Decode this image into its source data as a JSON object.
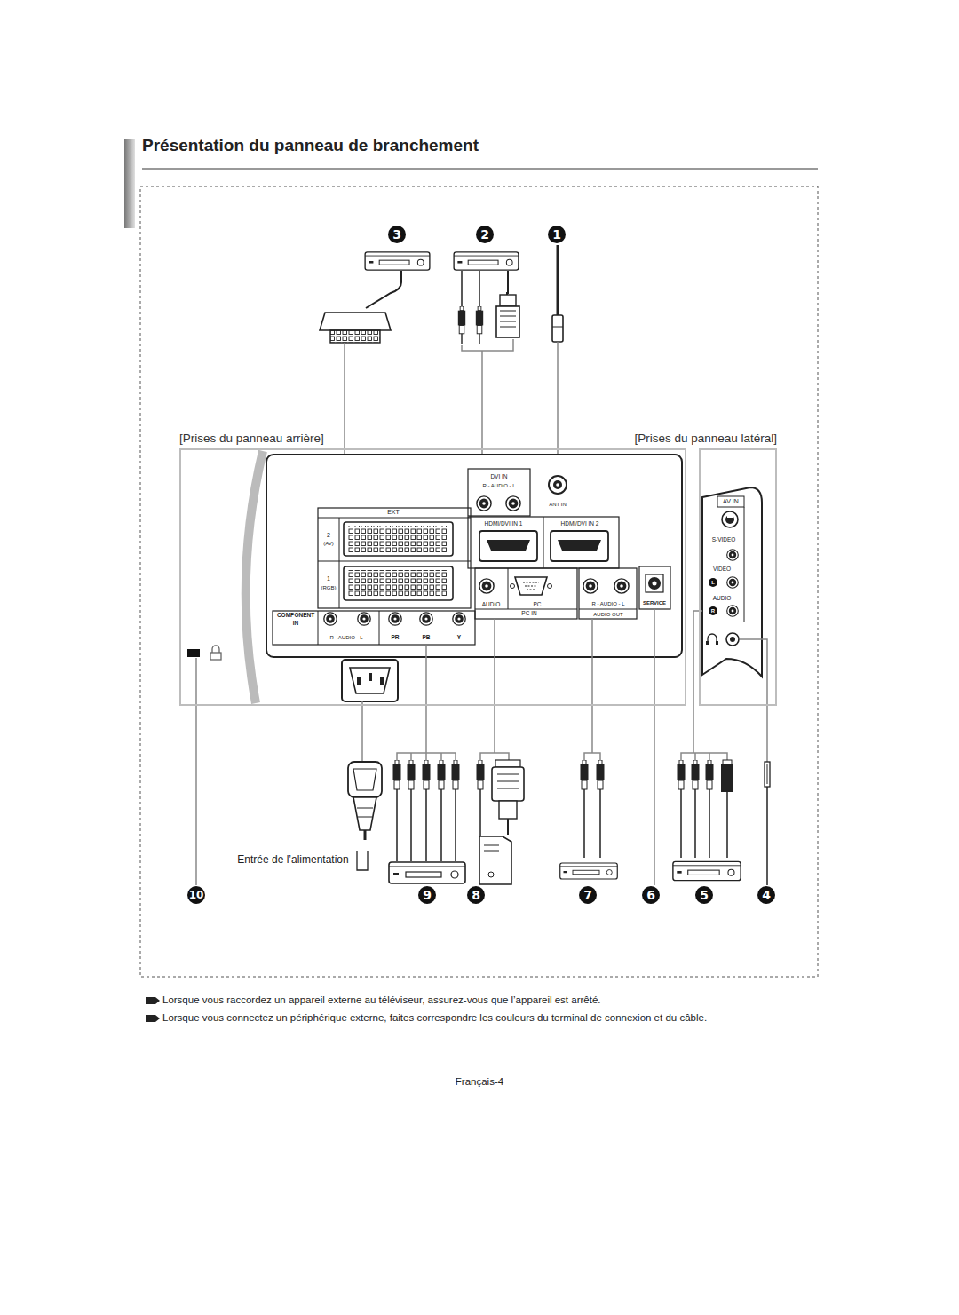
{
  "diagram": {
    "title": "Présentation du panneau de branchement",
    "nodes": [
      {
        "text": [
          "[Prises du panneau arrière]"
        ]
      },
      {
        "text": [
          "[Prises du panneau latéral]"
        ]
      }
    ],
    "labels": [
      "3",
      "2",
      "1",
      "EXT",
      "2",
      "(AV)",
      "1",
      "(RGB)",
      "COMPONENT",
      "IN",
      "R - AUDIO - L",
      "PR",
      "PB",
      "Y",
      "DVI IN",
      "R - AUDIO - L",
      "ANT IN",
      "HDMI/DVI IN 1",
      "HDMI/DVI IN 2",
      "AUDIO",
      "PC",
      "PC IN",
      "R - AUDIO - L",
      "AUDIO OUT",
      "SERVICE",
      "AV IN",
      "S-VIDEO",
      "VIDEO",
      "L",
      "AUDIO",
      "R",
      "Entrée de l’alimentation",
      "10",
      "9",
      "8",
      "7",
      "6",
      "5",
      "4",
      "Lorsque vous raccordez un appareil externe au téléviseur, assurez-vous que l’appareil est arrêté.",
      "Lorsque vous connectez un périphérique externe, faites correspondre les couleurs du terminal de connexion et du câble.",
      "Français-4"
    ]
  }
}
